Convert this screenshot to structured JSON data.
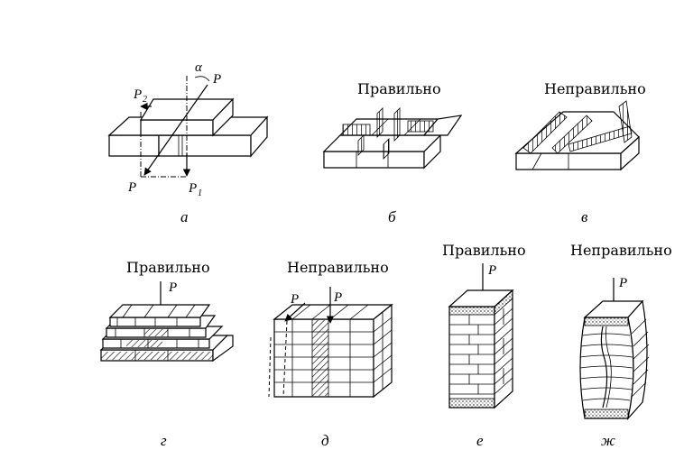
{
  "labels": {
    "correct": "Правильно",
    "incorrect": "Неправильно"
  },
  "symbols": {
    "force": "P",
    "p1_base": "P",
    "p1_sub": "1",
    "p2_base": "P",
    "p2_sub": "2",
    "alpha": "α"
  },
  "captions": {
    "a": "а",
    "b": "б",
    "v": "в",
    "g": "г",
    "d": "д",
    "e": "е",
    "zh": "ж"
  },
  "colors": {
    "ink": "#000000",
    "paper": "#ffffff"
  }
}
